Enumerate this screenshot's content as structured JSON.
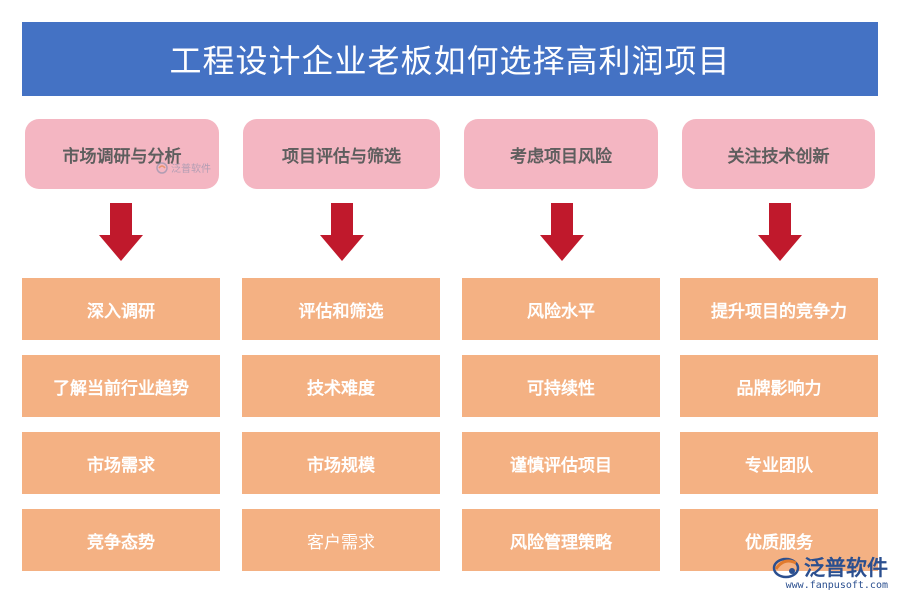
{
  "title": "工程设计企业老板如何选择高利润项目",
  "colors": {
    "title_bg": "#4472c4",
    "header_bg": "#f4b6c2",
    "header_text": "#5e5e5e",
    "item_bg": "#f4b183",
    "item_text": "#ffffff",
    "arrow": "#c0192c"
  },
  "columns": [
    {
      "header": "市场调研与分析",
      "items": [
        "深入调研",
        "了解当前行业趋势",
        "市场需求",
        "竞争态势"
      ]
    },
    {
      "header": "项目评估与筛选",
      "items": [
        "评估和筛选",
        "技术难度",
        "市场规模",
        "客户需求"
      ]
    },
    {
      "header": "考虑项目风险",
      "items": [
        "风险水平",
        "可持续性",
        "谨慎评估项目",
        "风险管理策略"
      ]
    },
    {
      "header": "关注技术创新",
      "items": [
        "提升项目的竞争力",
        "品牌影响力",
        "专业团队",
        "优质服务"
      ]
    }
  ],
  "watermark_small": "泛普软件",
  "logo": {
    "name": "泛普软件",
    "url": "www.fanpusoft.com",
    "icon": "fanpu-logo-icon"
  }
}
